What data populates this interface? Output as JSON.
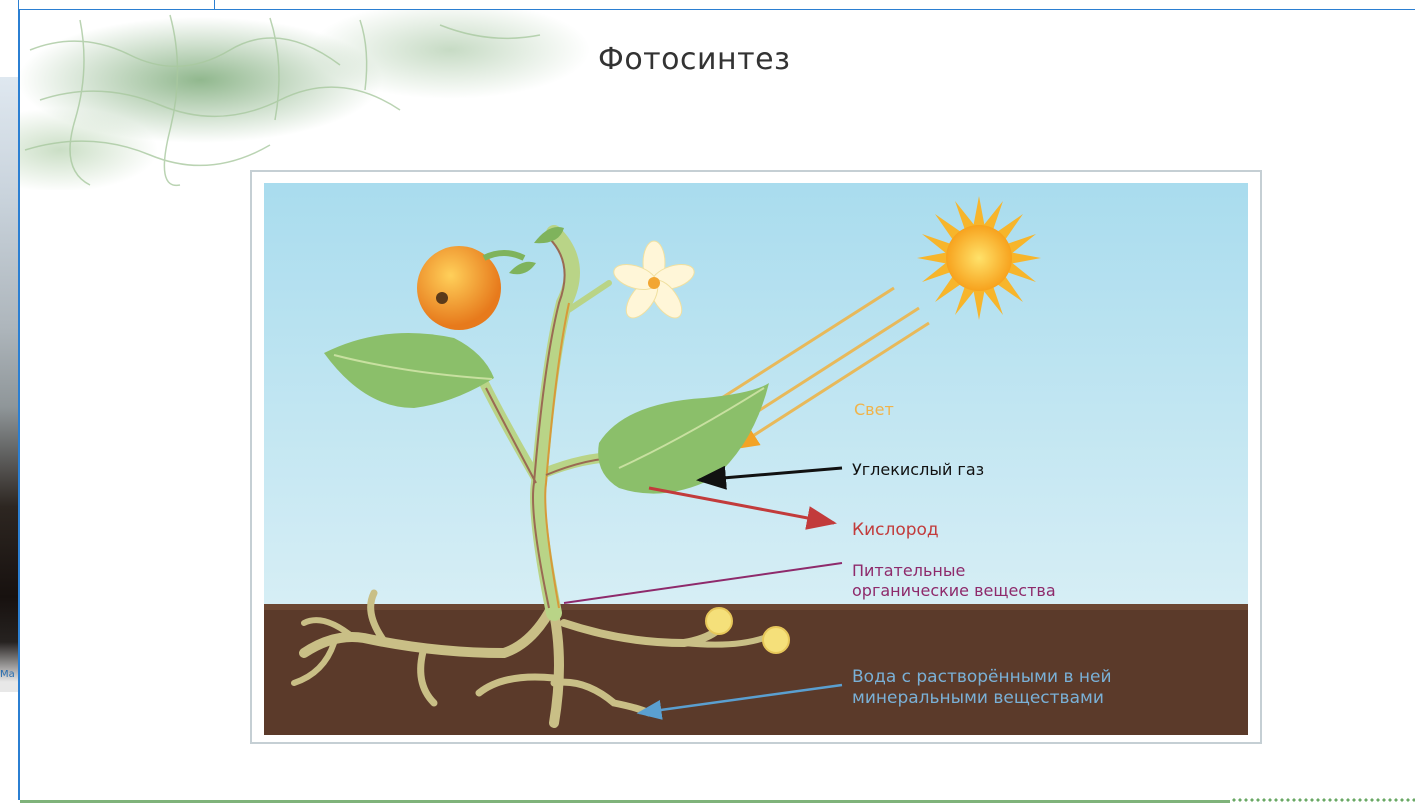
{
  "background_window": {
    "caption": "Ma"
  },
  "slide": {
    "title": "Фотосинтез",
    "colors": {
      "sky": "#bde4f2",
      "soil": "#5b3a2a",
      "leaf": "#8bbf6a",
      "stem": "#b9d487",
      "roots": "#c9bf86"
    }
  },
  "diagram": {
    "labels": {
      "light": "Свет",
      "co2": "Углекислый газ",
      "oxygen": "Кислород",
      "nutrients_line1": "Питательные",
      "nutrients_line2": "органические вещества",
      "water_line1": "Вода с растворёнными в ней",
      "water_line2": "минеральными веществами"
    },
    "label_colors": {
      "light": "#f0b34a",
      "co2": "#111111",
      "oxygen": "#c23b3b",
      "nutrients": "#8e2a6b",
      "water": "#7ab0d6"
    }
  }
}
